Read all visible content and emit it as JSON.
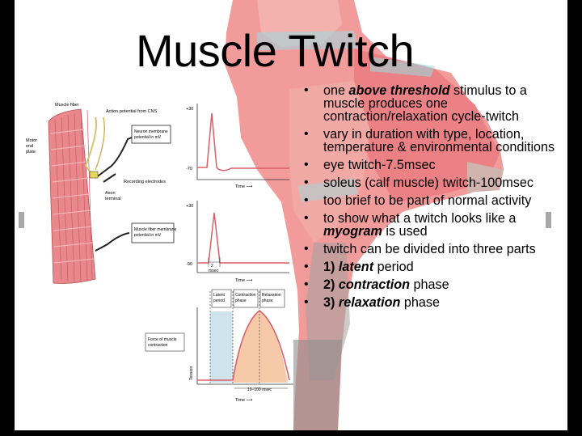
{
  "title": "Muscle Twitch",
  "bullets": [
    {
      "parts": [
        {
          "t": "one ",
          "s": "n"
        },
        {
          "t": "above threshold",
          "s": "bi"
        },
        {
          "t": " stimulus to a muscle produces one contraction/relaxation cycle-twitch",
          "s": "n"
        }
      ]
    },
    {
      "parts": [
        {
          "t": "vary in duration with type, location, temperature & environmental conditions",
          "s": "n"
        }
      ]
    },
    {
      "parts": [
        {
          "t": "eye twitch-7.5msec",
          "s": "n"
        }
      ]
    },
    {
      "parts": [
        {
          "t": "soleus (calf muscle) twitch-100msec",
          "s": "n"
        }
      ]
    },
    {
      "parts": [
        {
          "t": "too brief to be part of normal activity",
          "s": "n"
        }
      ]
    },
    {
      "parts": [
        {
          "t": "to show what a twitch looks like a ",
          "s": "n"
        },
        {
          "t": "myogram",
          "s": "bi"
        },
        {
          "t": " is used",
          "s": "n"
        }
      ]
    },
    {
      "parts": [
        {
          "t": "twitch can be divided into three parts",
          "s": "n"
        }
      ]
    },
    {
      "parts": [
        {
          "t": "1) ",
          "s": "b"
        },
        {
          "t": "latent",
          "s": "bi"
        },
        {
          "t": " period",
          "s": "n"
        }
      ]
    },
    {
      "parts": [
        {
          "t": "2) ",
          "s": "b"
        },
        {
          "t": "contraction",
          "s": "bi"
        },
        {
          "t": " phase",
          "s": "n"
        }
      ]
    },
    {
      "parts": [
        {
          "t": "3) ",
          "s": "b"
        },
        {
          "t": "relaxation",
          "s": "bi"
        },
        {
          "t": " phase",
          "s": "n"
        }
      ]
    }
  ],
  "figure": {
    "muscle_fiber": "Muscle fiber",
    "motor_end_plate": "Motor end plate",
    "action_potential": "Action potential from CNS",
    "neuron_membrane": "Neuron membrane potential in mV",
    "recording_electrodes": "Recording electrodes",
    "axon_terminal": "Axon terminal",
    "muscle_fiber_membrane": "Muscle fiber membrane potential in mV",
    "force_label": "Force of muscle contraction",
    "tension": "Tension",
    "time": "Time",
    "graph1_top": "+30",
    "graph1_bottom": "-70",
    "graph2_top": "+30",
    "graph2_bottom": "-90",
    "msec_label": "2 msec",
    "latent": "Latent period",
    "contraction": "Contraction phase",
    "relaxation": "Relaxation phase",
    "duration": "10–100 msec"
  },
  "colors": {
    "trace": "#d8606a",
    "latent_fill": "#cfe3ec",
    "twitch_fill": "#f6c9a8",
    "muscle": "#e8878c"
  }
}
